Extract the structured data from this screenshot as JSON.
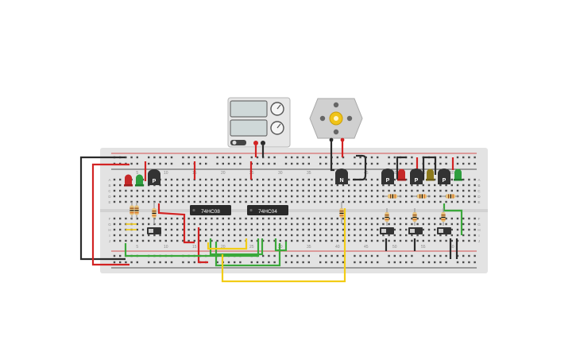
{
  "canvas": {
    "background": "#ffffff"
  },
  "colors": {
    "board": "#e3e3e3",
    "hole": "#4a4a4a",
    "rail_red": "#d11f1f",
    "rail_black": "#222222",
    "wire_red": "#d22323",
    "wire_black": "#2b2b2b",
    "wire_green": "#3aa83a",
    "wire_yellow": "#f2cc16",
    "chip": "#2a2a2a",
    "transistor": "#333333",
    "led_red": "#c62828",
    "led_green": "#2e9e3e",
    "led_olive": "#8d7a1c",
    "resistor_body": "#e8c27a",
    "power_supply": "#e6e6e6",
    "lcd": "#cfd8d8",
    "motor": "#d0d0d0",
    "motor_shaft": "#f0c419"
  },
  "board": {
    "column_numbers": [
      "5",
      "10",
      "15",
      "20",
      "25",
      "30",
      "35",
      "40",
      "45",
      "50",
      "55",
      "60"
    ],
    "row_letters_top": [
      "A",
      "B",
      "C",
      "D",
      "E"
    ],
    "row_letters_bottom": [
      "F",
      "G",
      "H",
      "I",
      "J"
    ]
  },
  "chips": [
    {
      "id": "chip-1",
      "label": "74HC08"
    },
    {
      "id": "chip-2",
      "label": "74HC04"
    }
  ],
  "transistors": [
    {
      "id": "q1",
      "label": "P"
    },
    {
      "id": "q2",
      "label": "N"
    },
    {
      "id": "q3",
      "label": "P"
    },
    {
      "id": "q4",
      "label": "P"
    },
    {
      "id": "q5",
      "label": "P"
    }
  ],
  "power_supply": {
    "label": "power-supply",
    "icon": "dc-power-supply-icon"
  },
  "motor": {
    "label": "dc-motor",
    "icon": "motor-icon"
  }
}
